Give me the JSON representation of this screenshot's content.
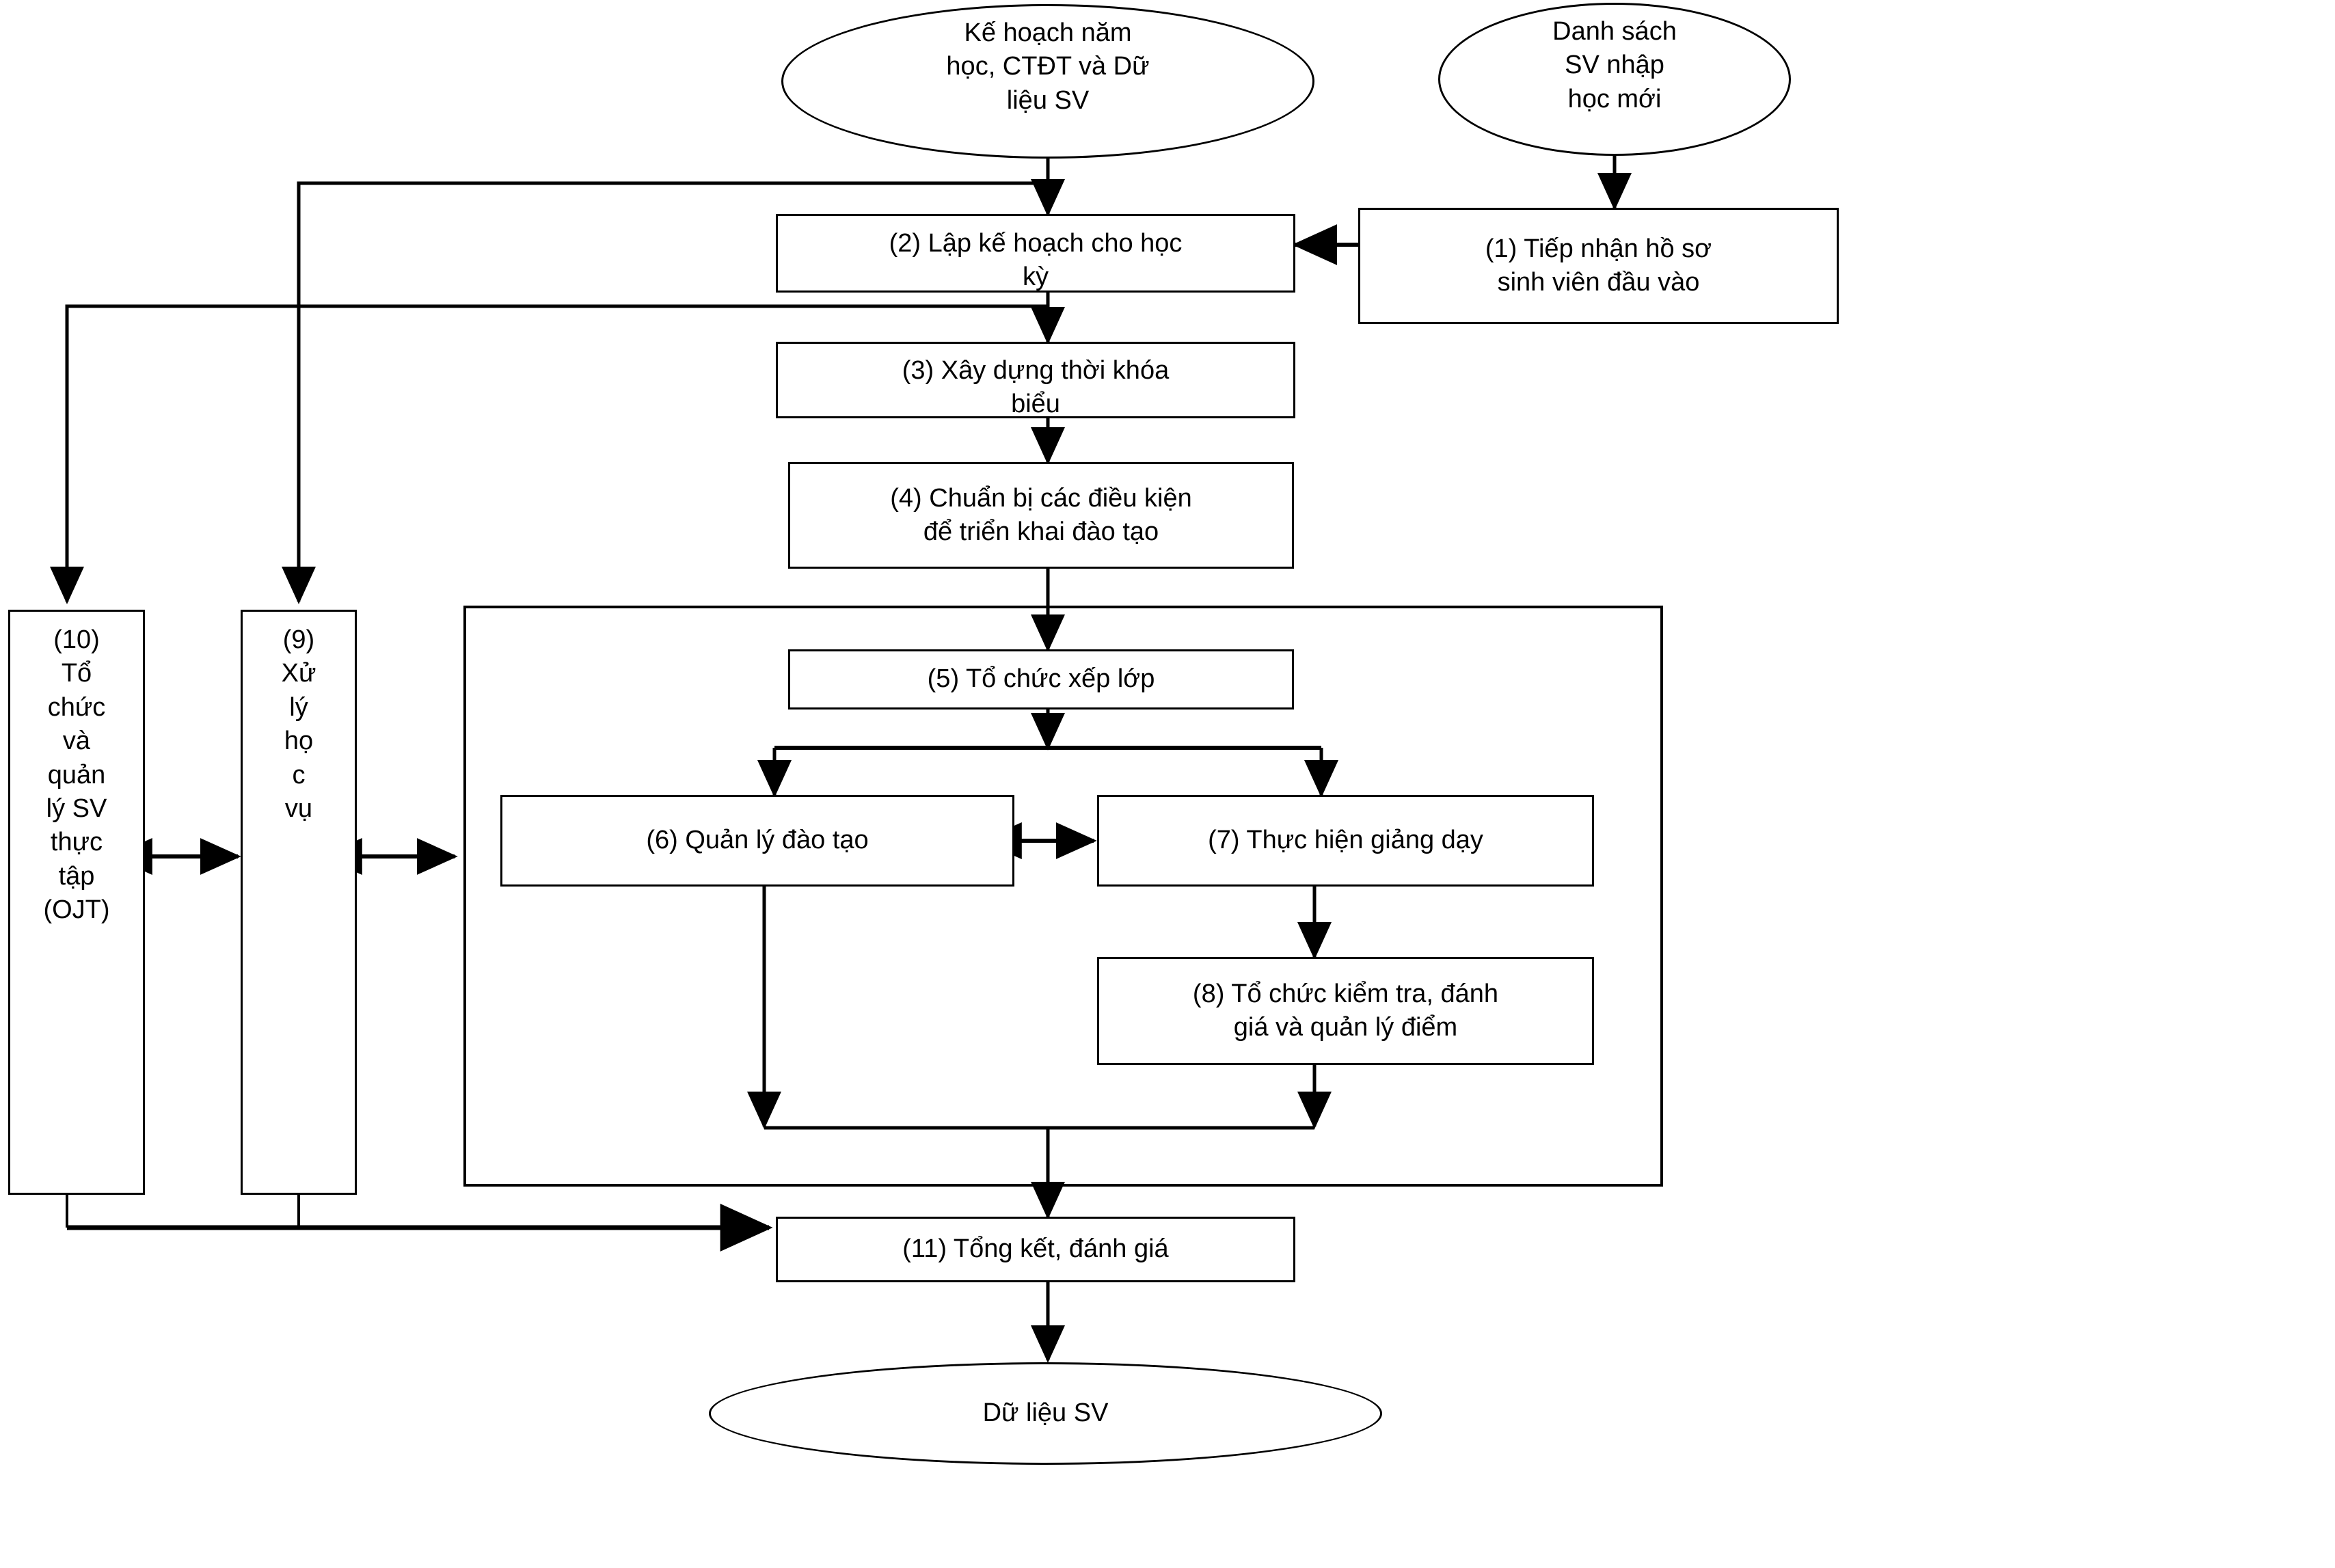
{
  "diagram": {
    "title": "Quy trinh dao tao",
    "colors": {
      "stroke": "#000000",
      "fill": "#ffffff",
      "text": "#000000"
    },
    "nodes": {
      "input_plan": {
        "label": "Kế hoạch năm\nhọc, CTĐT và Dữ\nliệu SV",
        "shape": "ellipse"
      },
      "input_students": {
        "label": "Danh sách\nSV nhập\nhọc mới",
        "shape": "ellipse"
      },
      "step1": {
        "label": "(1) Tiếp nhận hồ sơ\nsinh viên đầu vào",
        "shape": "rect"
      },
      "step2": {
        "label": "(2) Lập kế hoạch cho học\nkỳ",
        "shape": "rect"
      },
      "step3": {
        "label": "(3) Xây dựng thời khóa\nbiểu",
        "shape": "rect"
      },
      "step4": {
        "label": "(4) Chuẩn bị các điều kiện\nđể triển khai đào tạo",
        "shape": "rect"
      },
      "step5": {
        "label": "(5) Tổ chức xếp lớp",
        "shape": "rect"
      },
      "step6": {
        "label": "(6) Quản lý đào tạo",
        "shape": "rect"
      },
      "step7": {
        "label": "(7) Thực hiện giảng dạy",
        "shape": "rect"
      },
      "step8": {
        "label": "(8) Tổ chức kiểm tra, đánh\ngiá và quản lý điểm",
        "shape": "rect"
      },
      "step9": {
        "label": "(9)\nXử\nlý\nhọ\nc\nvụ",
        "shape": "rect"
      },
      "step10": {
        "label": "(10)\nTổ\nchức\nvà\nquản\nlý SV\nthực\ntập\n(OJT)",
        "shape": "rect"
      },
      "step11": {
        "label": "(11) Tổng kết, đánh giá",
        "shape": "rect"
      },
      "output_data": {
        "label": "Dữ liệu SV",
        "shape": "ellipse"
      },
      "group_container": {
        "label": "",
        "shape": "rect"
      }
    },
    "edges": [
      {
        "from": "input_plan",
        "to": "step2",
        "type": "arrow-down"
      },
      {
        "from": "input_students",
        "to": "step1",
        "type": "arrow-down"
      },
      {
        "from": "step1",
        "to": "step2",
        "type": "arrow-left"
      },
      {
        "from": "step2",
        "to": "step3",
        "type": "arrow-down"
      },
      {
        "from": "step3",
        "to": "step4",
        "type": "arrow-down"
      },
      {
        "from": "step4",
        "to": "step5",
        "type": "arrow-down"
      },
      {
        "from": "step5",
        "to": "step6",
        "type": "arrow-split-down"
      },
      {
        "from": "step5",
        "to": "step7",
        "type": "arrow-split-down"
      },
      {
        "from": "step6",
        "to": "step7",
        "type": "arrow-bidirectional"
      },
      {
        "from": "step7",
        "to": "step8",
        "type": "arrow-down"
      },
      {
        "from": "step6",
        "to": "step11",
        "type": "arrow-merge-down"
      },
      {
        "from": "step8",
        "to": "step11",
        "type": "arrow-merge-down"
      },
      {
        "from": "step10",
        "to": "step9",
        "type": "arrow-bidirectional"
      },
      {
        "from": "step9",
        "to": "group_container",
        "type": "arrow-bidirectional"
      },
      {
        "from": "step2",
        "to": "step9",
        "type": "arrow-routed-left"
      },
      {
        "from": "step2",
        "to": "step10",
        "type": "arrow-routed-left"
      },
      {
        "from": "step10",
        "to": "step11",
        "type": "arrow-routed-bottom"
      },
      {
        "from": "step9",
        "to": "step11",
        "type": "arrow-routed-bottom"
      },
      {
        "from": "step11",
        "to": "output_data",
        "type": "arrow-down"
      }
    ]
  }
}
